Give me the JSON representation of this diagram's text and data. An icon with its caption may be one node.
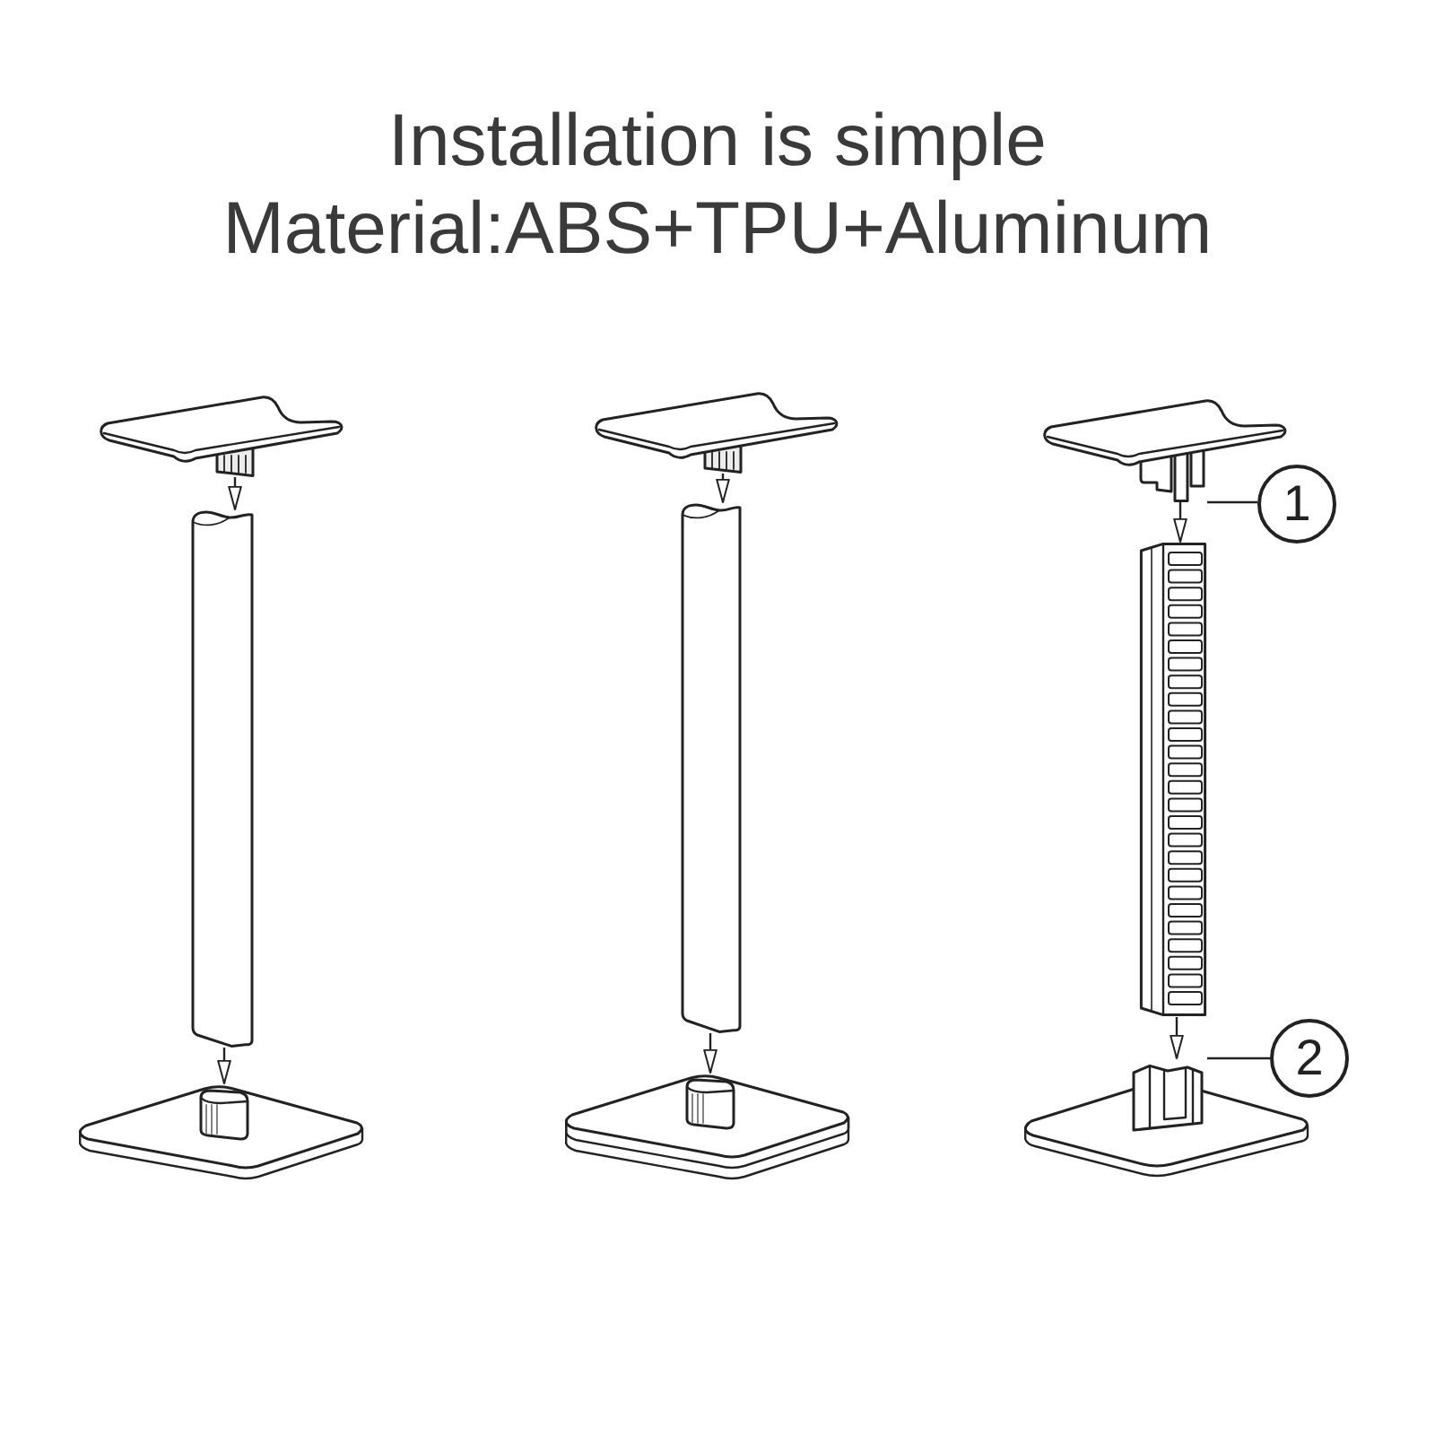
{
  "diagram": {
    "title": "Installation is simple",
    "nodes": [
      {
        "text": [],
        "shape": "picture"
      },
      {
        "text": [],
        "shape": "picture"
      },
      {
        "text": [],
        "shape": "picture"
      },
      {
        "text": [],
        "shape": "picture"
      },
      {
        "text": [],
        "shape": "picture"
      },
      {
        "text": [],
        "shape": "picture"
      },
      {
        "text": [],
        "shape": "picture"
      },
      {
        "text": [],
        "shape": "picture"
      },
      {
        "text": [],
        "shape": "picture"
      },
      {
        "text": [
          "1"
        ]
      },
      {
        "text": [
          "2"
        ]
      }
    ],
    "edges": [
      {
        "from": 0,
        "to": 1,
        "arrow": "to"
      },
      {
        "from": 1,
        "to": 2,
        "arrow": "to"
      },
      {
        "from": 3,
        "to": 4,
        "arrow": "to"
      },
      {
        "from": 4,
        "to": 5,
        "arrow": "to"
      },
      {
        "from": 6,
        "to": 7,
        "arrow": "to"
      },
      {
        "from": 7,
        "to": 8,
        "arrow": "to"
      },
      {
        "from": 9,
        "to": 6,
        "arrow": "none"
      },
      {
        "from": 10,
        "to": 8,
        "arrow": "none"
      }
    ],
    "labels": [
      "Material:ABS+TPU+Aluminum"
    ]
  }
}
